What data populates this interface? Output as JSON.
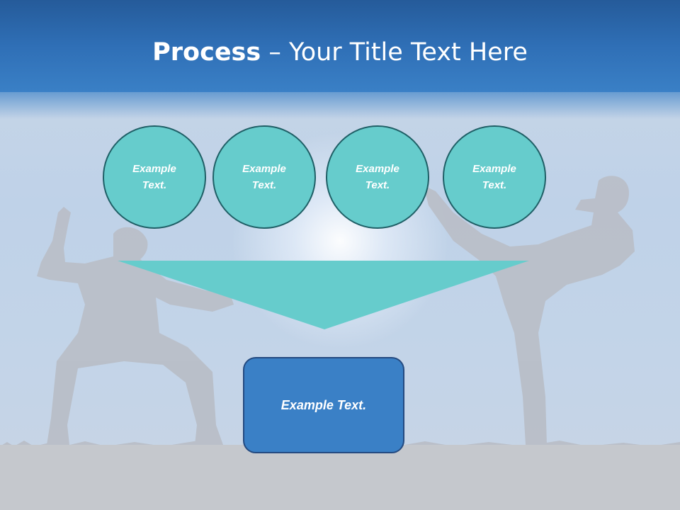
{
  "slide": {
    "title_bold": "Process",
    "title_rest": " – Your Title Text Here"
  },
  "steps": [
    {
      "label": "Example\nText."
    },
    {
      "label": "Example\nText."
    },
    {
      "label": "Example\nText."
    },
    {
      "label": "Example\nText."
    }
  ],
  "result": {
    "label": "Example Text."
  },
  "colors": {
    "header": "#2f6fb6",
    "circle_fill": "#66cccc",
    "circle_border": "#1f5f66",
    "funnel": "#66cccc",
    "result_fill": "#3a80c6",
    "result_border": "#244a80"
  }
}
